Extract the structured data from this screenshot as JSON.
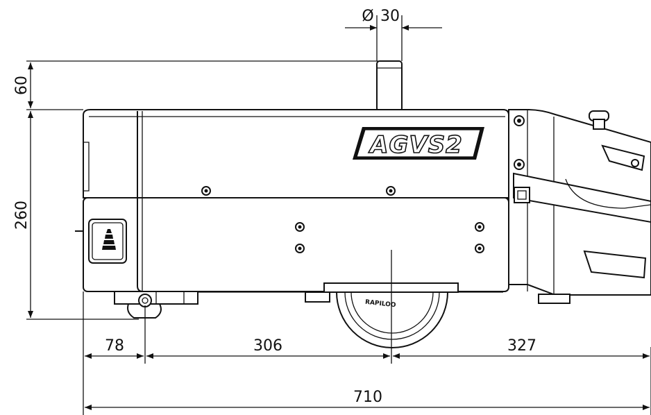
{
  "product": {
    "logo_text": "AGVS2"
  },
  "dimensions": {
    "diameter_symbol": "Ø",
    "diameter": "30",
    "mast_height": "60",
    "body_height": "260",
    "rear_to_caster": "78",
    "caster_to_drive_wheel": "306",
    "drive_wheel_to_front": "327",
    "overall_length": "710"
  },
  "wheel_label": "RAPILOO"
}
